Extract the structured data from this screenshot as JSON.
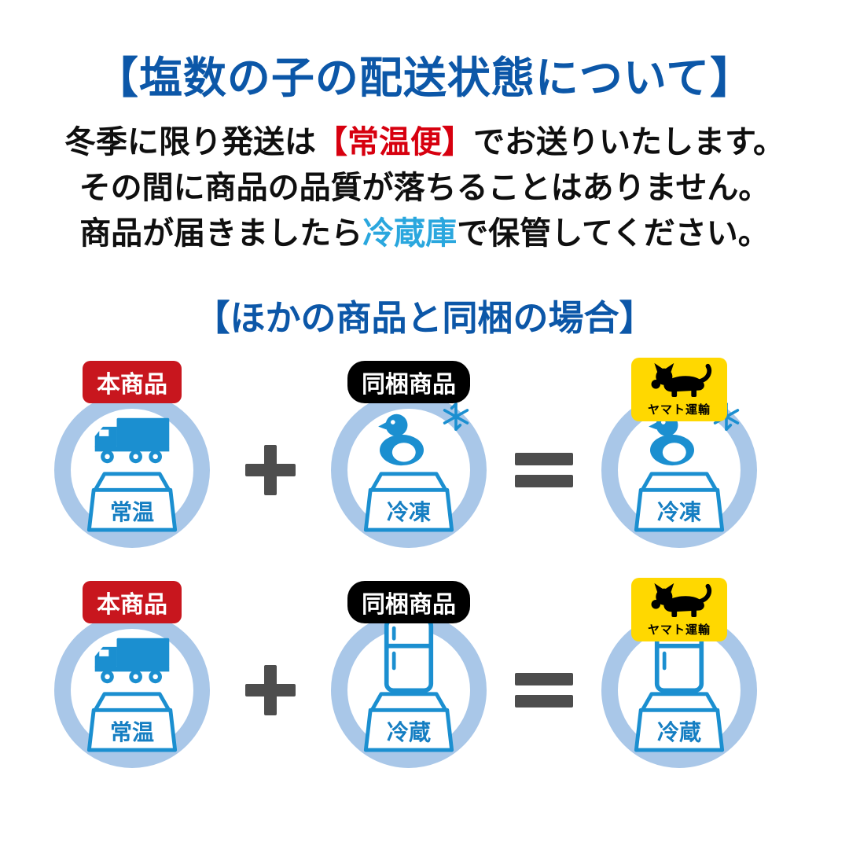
{
  "title": "【塩数の子の配送状態について】",
  "intro": {
    "line1_pre": "冬季に限り発送は",
    "line1_highlight": "【常温便】",
    "line1_post": "でお送りいたします。",
    "line2": "その間に商品の品質が落ちることはありません。",
    "line3_pre": "商品が届きましたら",
    "line3_highlight": "冷蔵庫",
    "line3_post": "で保管してください。"
  },
  "subtitle": "【ほかの商品と同梱の場合】",
  "operators": {
    "plus": "+",
    "equals": "="
  },
  "carrier": {
    "name": "ヤマト運輸"
  },
  "rows": [
    {
      "main": {
        "badge": "本商品",
        "icon": "truck-icon",
        "box_label": "常温"
      },
      "bundled": {
        "badge": "同梱商品",
        "icon": "penguin-frozen-icon",
        "box_label": "冷凍"
      },
      "result": {
        "badge": "ヤマト運輸",
        "icon": "penguin-frozen-icon",
        "box_label": "冷凍"
      }
    },
    {
      "main": {
        "badge": "本商品",
        "icon": "truck-icon",
        "box_label": "常温"
      },
      "bundled": {
        "badge": "同梱商品",
        "icon": "refrigerator-icon",
        "box_label": "冷蔵"
      },
      "result": {
        "badge": "ヤマト運輸",
        "icon": "refrigerator-icon",
        "box_label": "冷蔵"
      }
    }
  ],
  "colors": {
    "title_blue": "#0c57a8",
    "highlight_red": "#d7000f",
    "highlight_cyan": "#2aa7de",
    "ring_blue": "#a9c7e8",
    "icon_blue": "#1b8fd0",
    "badge_red": "#c8161e",
    "badge_black": "#000000",
    "operator_gray": "#4d4d4d",
    "yamato_yellow": "#ffd800"
  }
}
